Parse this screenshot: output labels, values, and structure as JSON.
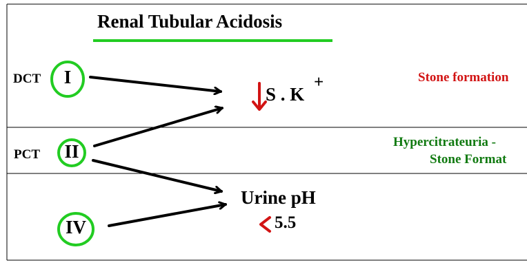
{
  "title": "Renal Tubular Acidosis",
  "segments": {
    "dct": "DCT",
    "pct": "PCT"
  },
  "types": {
    "type1": "I",
    "type2": "II",
    "type4": "IV"
  },
  "findings": {
    "serum_k": "S . K",
    "plus_sign": "+",
    "urine_ph": "Urine pH",
    "ph_value": "5.5"
  },
  "notes": {
    "stone_formation": "Stone formation",
    "hypercitrateuria": "Hypercitrateuria -",
    "stone_format": "Stone Format"
  },
  "colors": {
    "circle": "#22cc22",
    "underline": "#22cc22",
    "red": "#d21414",
    "green_text": "#117a11"
  },
  "icons": {
    "down_arrow": "down-arrow-icon",
    "less_than": "less-than-icon"
  }
}
